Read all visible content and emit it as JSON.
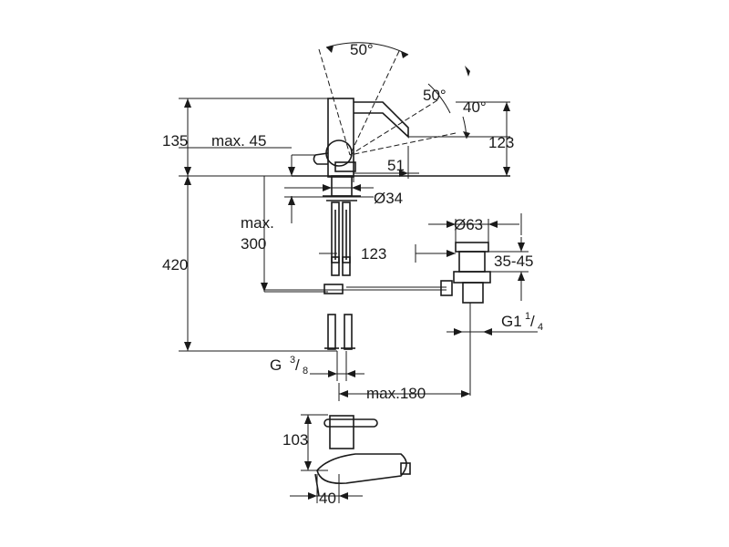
{
  "dimensions": {
    "angle_top": "50°",
    "angle_mid": "50°",
    "angle_right": "40°",
    "overall_height": "135",
    "lever_reach": "max. 45",
    "spout_height": "123",
    "spout_projection": "51",
    "hole_diameter": "Ø34",
    "max_hose": "max.",
    "max_hose_value": "300",
    "overall_depth": "420",
    "waste_offset": "123",
    "waste_diameter": "Ø63",
    "waste_range": "35-45",
    "waste_thread": "G1",
    "waste_thread_num": "1",
    "waste_thread_den": "4",
    "supply_thread": "G",
    "supply_thread_num": "3",
    "supply_thread_den": "8",
    "max_reach": "max.180",
    "side_height": "103",
    "side_width": "40"
  }
}
